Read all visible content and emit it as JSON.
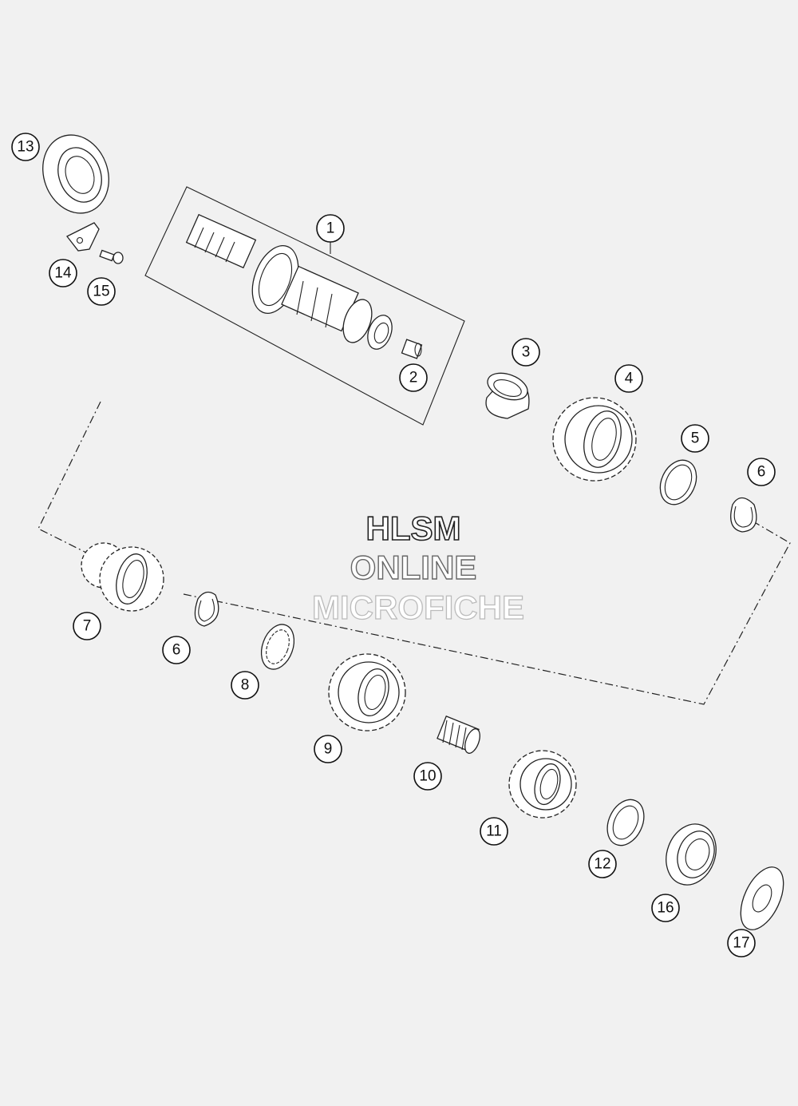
{
  "callouts": [
    {
      "id": "callout-1",
      "label": "1"
    },
    {
      "id": "callout-2",
      "label": "2"
    },
    {
      "id": "callout-3",
      "label": "3"
    },
    {
      "id": "callout-4",
      "label": "4"
    },
    {
      "id": "callout-5",
      "label": "5"
    },
    {
      "id": "callout-6a",
      "label": "6"
    },
    {
      "id": "callout-6b",
      "label": "6"
    },
    {
      "id": "callout-7",
      "label": "7"
    },
    {
      "id": "callout-8",
      "label": "8"
    },
    {
      "id": "callout-9",
      "label": "9"
    },
    {
      "id": "callout-10",
      "label": "10"
    },
    {
      "id": "callout-11",
      "label": "11"
    },
    {
      "id": "callout-12",
      "label": "12"
    },
    {
      "id": "callout-13",
      "label": "13"
    },
    {
      "id": "callout-14",
      "label": "14"
    },
    {
      "id": "callout-15",
      "label": "15"
    },
    {
      "id": "callout-16",
      "label": "16"
    },
    {
      "id": "callout-17",
      "label": "17"
    }
  ],
  "watermark": {
    "line1": "HLSM",
    "line2": "ONLINE",
    "line3": "MICROFICHE"
  }
}
